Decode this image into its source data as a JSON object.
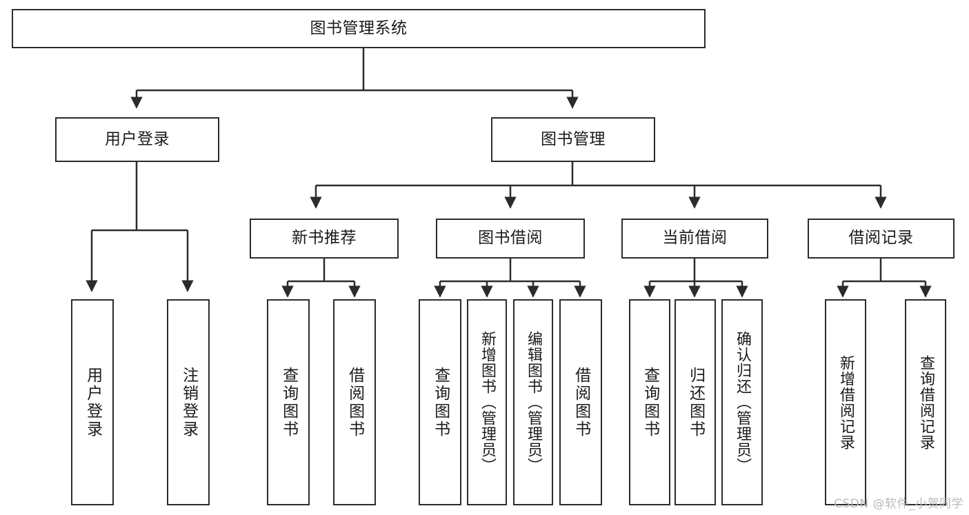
{
  "diagram": {
    "type": "tree-hierarchy",
    "title": "图书管理系统",
    "root": {
      "id": "root",
      "label": "图书管理系统"
    },
    "level1": [
      {
        "id": "user-login",
        "label": "用户登录"
      },
      {
        "id": "book-manage",
        "label": "图书管理"
      }
    ],
    "level2": [
      {
        "id": "new-book-recommend",
        "label": "新书推荐",
        "parent": "book-manage"
      },
      {
        "id": "book-borrow",
        "label": "图书借阅",
        "parent": "book-manage"
      },
      {
        "id": "current-borrow",
        "label": "当前借阅",
        "parent": "book-manage"
      },
      {
        "id": "borrow-record",
        "label": "借阅记录",
        "parent": "book-manage"
      }
    ],
    "leaves": {
      "user_login": [
        {
          "id": "leaf-user-login",
          "label": "用户登录"
        },
        {
          "id": "leaf-user-logout",
          "label": "注销登录"
        }
      ],
      "new_book_recommend": [
        {
          "id": "leaf-query-book-1",
          "label": "查询图书"
        },
        {
          "id": "leaf-borrow-book-1",
          "label": "借阅图书"
        }
      ],
      "book_borrow": [
        {
          "id": "leaf-query-book-2",
          "label": "查询图书"
        },
        {
          "id": "leaf-add-book",
          "label": "新增图书（管理员）"
        },
        {
          "id": "leaf-edit-book",
          "label": "编辑图书（管理员）"
        },
        {
          "id": "leaf-borrow-book-2",
          "label": "借阅图书"
        }
      ],
      "current_borrow": [
        {
          "id": "leaf-query-book-3",
          "label": "查询图书"
        },
        {
          "id": "leaf-return-book",
          "label": "归还图书"
        },
        {
          "id": "leaf-confirm-return",
          "label": "确认归还（管理员）"
        }
      ],
      "borrow_record": [
        {
          "id": "leaf-add-record",
          "label": "新增借阅记录"
        },
        {
          "id": "leaf-query-record",
          "label": "查询借阅记录"
        }
      ]
    }
  },
  "watermark": {
    "text": "CSDN @软件_小贺同学"
  },
  "colors": {
    "stroke": "#2b2b2b",
    "background": "#ffffff",
    "text": "#1a1a1a",
    "watermark": "#b9b9b9"
  }
}
